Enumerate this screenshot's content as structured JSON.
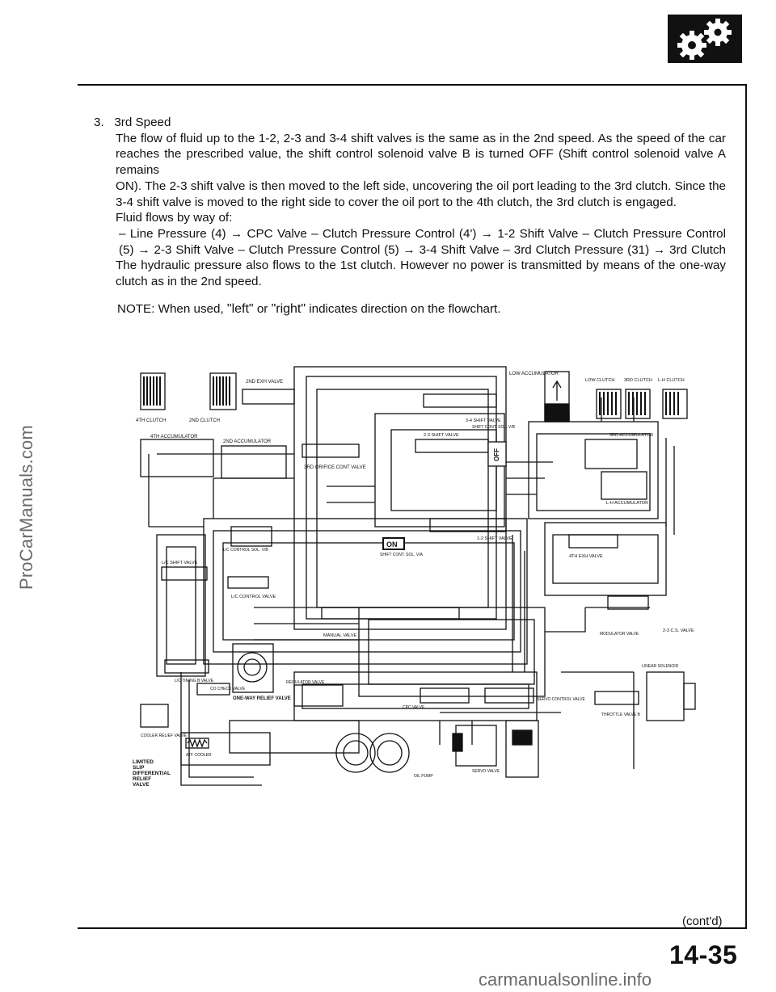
{
  "side_watermark": "ProCarManuals.com",
  "logo_icon": "gears-icon",
  "section": {
    "number": "3.",
    "title": "3rd Speed",
    "paragraph": [
      "The flow of fluid up to the 1-2, 2-3 and 3-4 shift valves is the same as in the 2nd speed. As the speed of the car",
      "reaches the prescribed value, the shift control solenoid valve B is turned OFF (Shift control solenoid valve A remains",
      "ON). The 2-3 shift valve is then moved to the left side, uncovering the oil port leading to the 3rd clutch. Since the",
      "3-4 shift valve is moved to the right side to cover the oil port to the 4th clutch, the 3rd clutch is engaged."
    ],
    "flow_intro": "Fluid flows by way of:",
    "flow_lines": [
      "– Line Pressure (4) → CPC Valve – Clutch Pressure Control (4') → 1-2 Shift Valve – Clutch Pressure Control",
      "(5) → 2-3 Shift Valve – Clutch Pressure Control (5) → 3-4 Shift Valve – 3rd Clutch Pressure (31) → 3rd Clutch"
    ],
    "closing": [
      "The hydraulic pressure also flows to the 1st clutch. However no power is transmitted by means of the one-way",
      "clutch as in the 2nd speed."
    ],
    "note_prefix": "NOTE:  When used, ",
    "note_left": "\"left\"",
    "note_or": " or ",
    "note_right": "\"right\"",
    "note_suffix": " indicates direction on the flowchart."
  },
  "diagram": {
    "labels": {
      "fourth_clutch": "4TH CLUTCH",
      "second_clutch": "2ND CLUTCH",
      "fourth_accumulator": "4TH ACCUMULATOR",
      "second_accumulator": "2ND ACCUMULATOR",
      "second_exh_valve": "2ND EXH VALVE",
      "third_orifice_valve": "3RD ORIFICE CONT VALVE",
      "low_accumulator": "LOW ACCUMULATOR",
      "low_clutch": "LOW CLUTCH",
      "third_clutch": "3RD CLUTCH",
      "lh_clutch": "L-H CLUTCH",
      "third_accumulator": "3RD ACCUMULATOR",
      "lh_accumulator": "L-H ACCUMULATOR",
      "shift_valve_34": "3-4 SHIFT VALVE",
      "shift_valve_23": "2-3 SHIFT VALVE",
      "shift_valve_12": "1-2 SHIFT VALVE",
      "fourth_exh_valve": "4TH EXH VALVE",
      "on": "ON",
      "off": "OFF",
      "shift_cont_sol_a": "SHIFT CONT. SOL. V/A",
      "shift_cont_sol_b": "SHIFT CONT. SOL. V/B",
      "lc_control_sol": "L/C CONTROL SOL. V/B",
      "lc_shift_valve": "L/C SHIFT VALVE",
      "lc_control_valve": "L/C CONTROL VALVE",
      "lc_timing_valve": "L/C TIMING B VALVE",
      "manual_valve": "MANUAL VALVE",
      "modulator_valve": "MODULATOR VALVE",
      "cs_valve": "2-3 C.S. VALVE",
      "regulator_valve": "REGULATOR VALVE",
      "cpc_valve": "CPC VALVE",
      "servo_control_valve": "SERVO CONTROL VALVE",
      "servo_valve": "SERVO VALVE",
      "linear_solenoid": "LINEAR SOLENOID",
      "throttle_valve": "THROTTLE VALVE B",
      "cooler_check_valve": "CO CHECK VALVE",
      "one_way_relief": "ONE-WAY RELIEF VALVE",
      "cooler_relief": "COOLER RELIEF VALVE",
      "atf_cooler": "ATF COOLER",
      "limited_slip": "LIMITED SLIP DIFFERENTIAL RELIEF VALVE",
      "oil_pump": "OIL PUMP"
    }
  },
  "contd": "(cont'd)",
  "page_number": "14-35",
  "bottom_watermark": "carmanualsonline.info"
}
